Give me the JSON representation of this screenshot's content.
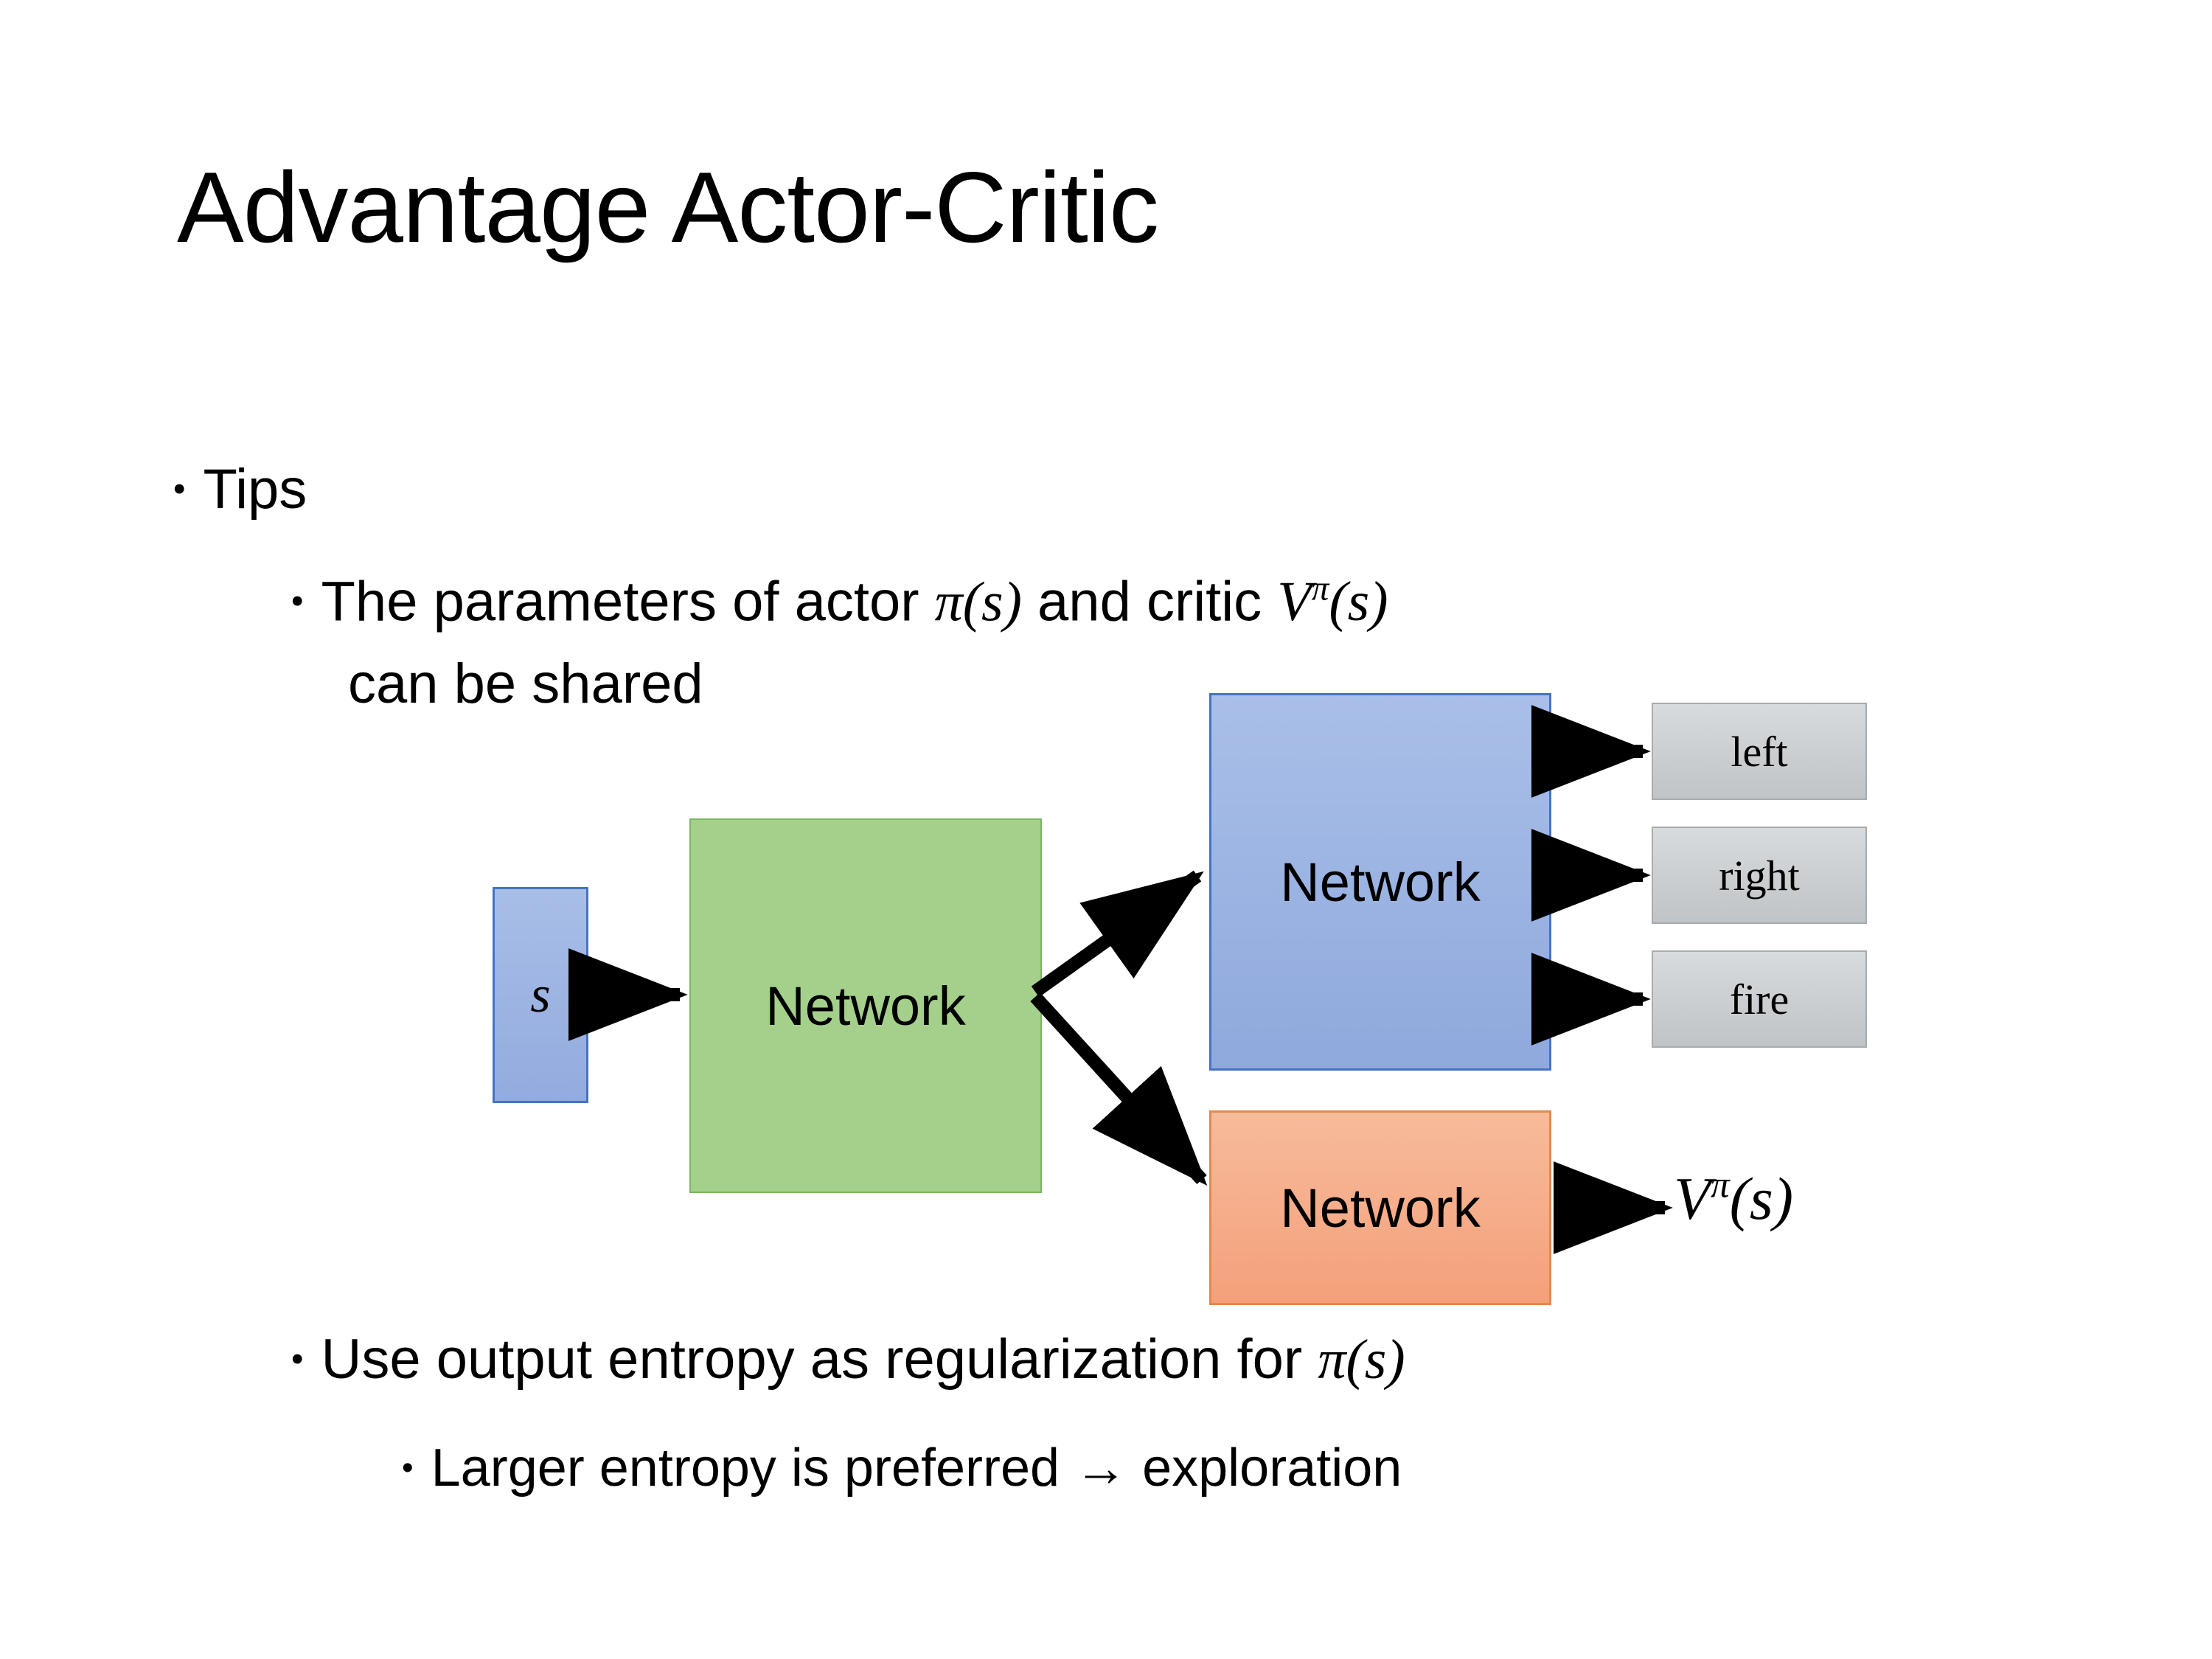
{
  "slide": {
    "title": "Advantage Actor-Critic",
    "background_color": "#ffffff",
    "bullets": {
      "tips": "Tips",
      "params_line1_pre": "The parameters of actor ",
      "params_actor_math": "π(s)",
      "params_line1_mid": "  and critic ",
      "params_critic_math_base": "V",
      "params_critic_math_sup": "π",
      "params_critic_math_arg": "(s)",
      "params_line2": "can be shared",
      "entropy_pre": "Use output entropy as regularization for ",
      "entropy_math": "π(s)",
      "larger": "Larger entropy is preferred → exploration",
      "bullet_glyph": "•"
    }
  },
  "diagram": {
    "nodes": {
      "state_input": {
        "label": "s",
        "fill": "#95abdf",
        "border": "#4673c4"
      },
      "shared_network": {
        "label": "Network",
        "fill": "#a4d08b",
        "border": "#7ab563"
      },
      "actor_network": {
        "label": "Network",
        "fill": "#95abdf",
        "border": "#4673c4"
      },
      "critic_network": {
        "label": "Network",
        "fill": "#f4a07a",
        "border": "#e08a4e"
      }
    },
    "actions": [
      {
        "label": "left",
        "fill": "#cbcfd2"
      },
      {
        "label": "right",
        "fill": "#cbcfd2"
      },
      {
        "label": "fire",
        "fill": "#cbcfd2"
      }
    ],
    "value_output": {
      "base": "V",
      "superscript": "π",
      "argument": "(s)"
    },
    "arrow_color": "#000000"
  }
}
